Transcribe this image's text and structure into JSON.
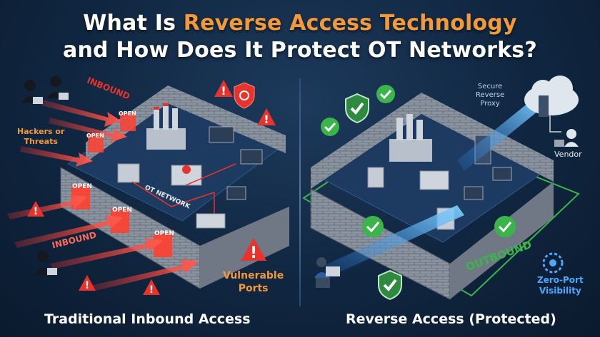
{
  "title": {
    "line1_prefix": "What Is ",
    "line1_accent": "Reverse Access Technology",
    "line2": "and How Does It Protect OT Networks?"
  },
  "left": {
    "inbound_top": "INBOUND",
    "inbound_bottom": "INBOUND",
    "hackers": "Hackers or\nThreats",
    "open": "OPEN",
    "ot_network": "OT NETWORK",
    "vulnerable": "Vulnerable\nPorts",
    "caption": "Traditional Inbound Access"
  },
  "right": {
    "proxy": "Secure\nReverse\nProxy",
    "vendor": "Vendor",
    "outbound": "OUTBOUND",
    "zero_port": "Zero-Port\nVisibility",
    "caption": "Reverse Access (Protected)"
  },
  "colors": {
    "accent_orange": "#f29a3a",
    "threat_red": "#e8332c",
    "secure_green": "#39b54a",
    "beam_blue": "#4aa8ff"
  }
}
